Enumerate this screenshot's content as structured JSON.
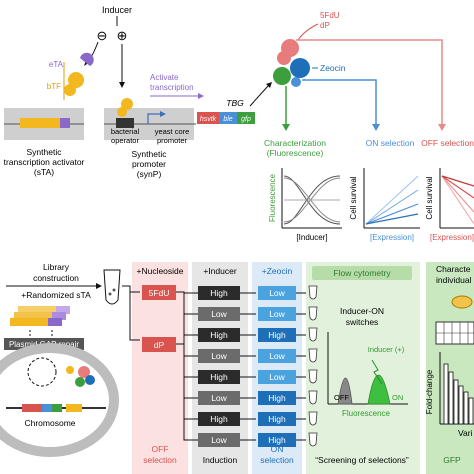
{
  "top": {
    "inducer": "Inducer",
    "minus": "⊖",
    "plus": "⊕",
    "eta": "eTA",
    "btf": "bTF",
    "activate": "Activate",
    "transcription": "transcription",
    "bacterial": "bacterial",
    "operator": "operator",
    "yeast_core": "yeast core",
    "promoter": "promoter",
    "tbg": "TBG",
    "gene_parts": [
      "hsvtk",
      "ble",
      "gfp"
    ],
    "sta_line1": "Synthetic",
    "sta_line2": "transcription activator",
    "sta_line3": "(sTA)",
    "synp_line1": "Synthetic",
    "synp_line2": "promoter",
    "synp_line3": "(synP)",
    "fdu": "5FdU",
    "dp": "dP",
    "zeocin": "Zeocin",
    "characterization_line1": "Characterization",
    "characterization_line2": "(Fluorescence)",
    "on_selection": "ON selection",
    "off_selection": "OFF selection",
    "fluorescence_axis": "Fluorescence",
    "cell_survival_1": "Cell survival",
    "cell_survival_2": "Cell survival",
    "inducer_axis": "[Inducer]",
    "expression_axis_1": "[Expression]",
    "expression_axis_2": "[Expression]"
  },
  "bottom": {
    "library": "Library",
    "construction": "construction",
    "randomized": "+Randomized sTA",
    "plasmid": "Plasmid GAP repair",
    "chromosome": "Chromosome",
    "col_nucleoside": "+Nucleoside",
    "col_inducer": "+Inducer",
    "col_zeocin": "+Zeocin",
    "col_flow": "Flow cytometry",
    "col_char_line1": "Characte",
    "col_char_line2": "individual",
    "fdu": "5FdU",
    "dp": "dP",
    "induction_levels": [
      "High",
      "Low",
      "High",
      "Low",
      "High",
      "Low",
      "High",
      "Low"
    ],
    "zeocin_levels": [
      "Low",
      "Low",
      "High",
      "Low",
      "Low",
      "High",
      "High",
      "High"
    ],
    "inducer_on_line1": "Inducer-ON",
    "inducer_on_line2": "switches",
    "inducer_plus": "Inducer (+)",
    "off_label": "OFF",
    "on_label": "ON",
    "fluorescence": "Fluorescence",
    "foldchange": "Fold-change",
    "variants": "Vari",
    "footer_off_line1": "OFF",
    "footer_off_line2": "selection",
    "footer_induction": "Induction",
    "footer_on_line1": "ON",
    "footer_on_line2": "selection",
    "footer_screening": "“Screening of selections”",
    "footer_gfp": "GFP"
  },
  "colors": {
    "off_red": "#d9534f",
    "on_blue": "#4a90d9",
    "green": "#3d9e3d",
    "high_box": "#2b2b2b",
    "low_box": "#6b6b6b",
    "zeocin_high": "#1f6fb8",
    "zeocin_low": "#4aa3df",
    "flow_bg": "#e2f1dc",
    "gfp_bg": "#c9e8bf",
    "yellow": "#f3b71f",
    "purple": "#8a68c9"
  }
}
